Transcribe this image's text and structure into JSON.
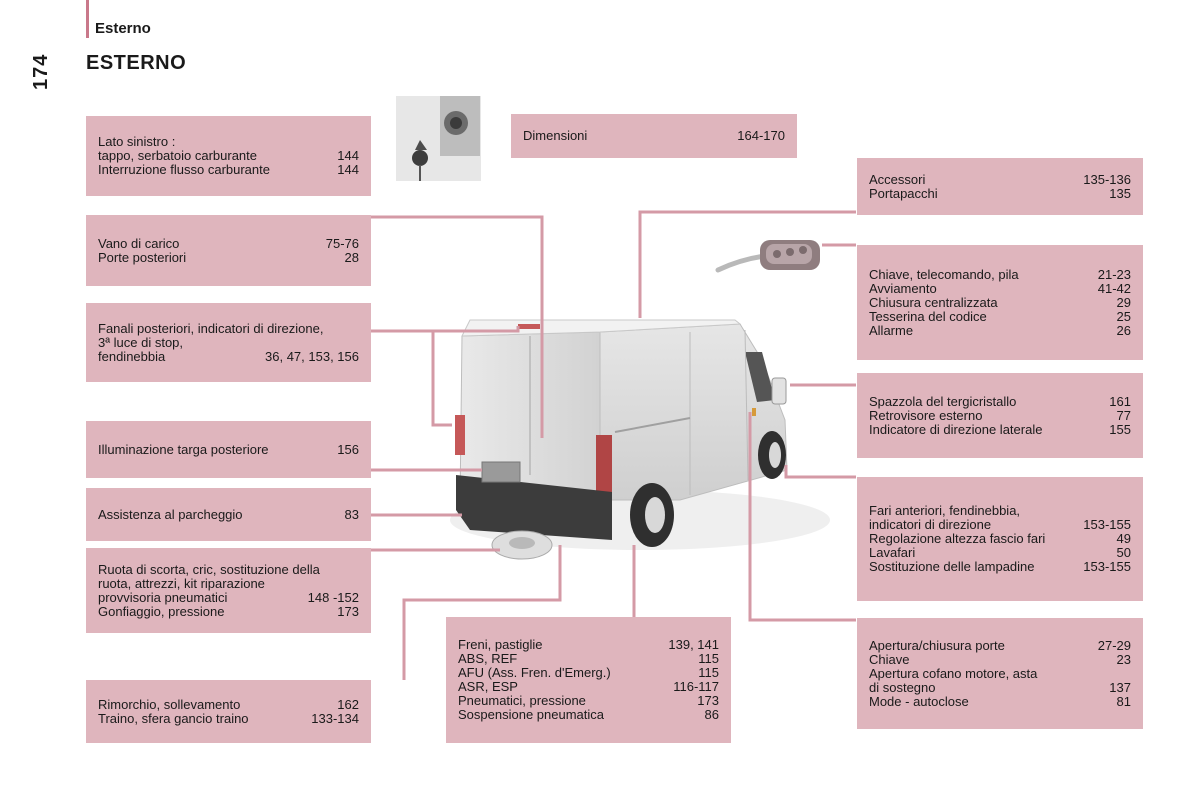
{
  "header": {
    "section": "Esterno",
    "page_number": "174",
    "title": "ESTERNO"
  },
  "boxes": {
    "lato_sinistro": {
      "intro": "Lato sinistro :",
      "rows": [
        {
          "label": "tappo, serbatoio carburante",
          "ref": "144"
        },
        {
          "label": "Interruzione flusso carburante",
          "ref": "144"
        }
      ]
    },
    "dimensioni": {
      "rows": [
        {
          "label": "Dimensioni",
          "ref": "164-170"
        }
      ]
    },
    "accessori": {
      "rows": [
        {
          "label": "Accessori",
          "ref": "135-136"
        },
        {
          "label": "Portapacchi",
          "ref": "135"
        }
      ]
    },
    "vano": {
      "rows": [
        {
          "label": "Vano di carico",
          "ref": "75-76"
        },
        {
          "label": "Porte posteriori",
          "ref": "28"
        }
      ]
    },
    "chiave": {
      "rows": [
        {
          "label": "Chiave, telecomando, pila",
          "ref": "21-23"
        },
        {
          "label": "Avviamento",
          "ref": "41-42"
        },
        {
          "label": "Chiusura centralizzata",
          "ref": "29"
        },
        {
          "label": "Tesserina del codice",
          "ref": "25"
        },
        {
          "label": "Allarme",
          "ref": "26"
        }
      ]
    },
    "fanali": {
      "line1": "Fanali posteriori, indicatori di direzione,",
      "line2": "3ª luce di stop,",
      "rows": [
        {
          "label": "fendinebbia",
          "ref": "36, 47, 153, 156"
        }
      ]
    },
    "spazzola": {
      "rows": [
        {
          "label": "Spazzola del tergicristallo",
          "ref": "161"
        },
        {
          "label": "Retrovisore esterno",
          "ref": "77"
        },
        {
          "label": "Indicatore di direzione laterale",
          "ref": "155"
        }
      ]
    },
    "targa": {
      "rows": [
        {
          "label": "Illuminazione targa posteriore",
          "ref": "156"
        }
      ]
    },
    "parcheggio": {
      "rows": [
        {
          "label": "Assistenza al parcheggio",
          "ref": "83"
        }
      ]
    },
    "fari": {
      "line1": "Fari anteriori, fendinebbia,",
      "rows": [
        {
          "label": "indicatori di direzione",
          "ref": "153-155"
        },
        {
          "label": "Regolazione altezza fascio fari",
          "ref": "49"
        },
        {
          "label": "Lavafari",
          "ref": "50"
        },
        {
          "label": "Sostituzione delle lampadine",
          "ref": "153-155"
        }
      ]
    },
    "ruota": {
      "line1": "Ruota di scorta, cric, sostituzione della",
      "line2": "ruota, attrezzi, kit riparazione",
      "rows": [
        {
          "label": "provvisoria pneumatici",
          "ref": "148 -152"
        },
        {
          "label": "Gonfiaggio, pressione",
          "ref": "173"
        }
      ]
    },
    "freni": {
      "rows": [
        {
          "label": "Freni, pastiglie",
          "ref": "139, 141"
        },
        {
          "label": "ABS, REF",
          "ref": "115"
        },
        {
          "label": "AFU (Ass. Fren. d'Emerg.)",
          "ref": "115"
        },
        {
          "label": "ASR, ESP",
          "ref": "116-117"
        },
        {
          "label": "Pneumatici, pressione",
          "ref": "173"
        },
        {
          "label": "Sospensione pneumatica",
          "ref": "86"
        }
      ]
    },
    "apertura": {
      "rows": [
        {
          "label": "Apertura/chiusura porte",
          "ref": "27-29"
        },
        {
          "label": "Chiave",
          "ref": "23"
        }
      ],
      "line1": "Apertura cofano motore, asta",
      "rows2": [
        {
          "label": "di sostegno",
          "ref": "137"
        },
        {
          "label": "Mode - autoclose",
          "ref": "81"
        }
      ]
    },
    "rimorchio": {
      "rows": [
        {
          "label": "Rimorchio, sollevamento",
          "ref": "162"
        },
        {
          "label": "Traino, sfera gancio traino",
          "ref": "133-134"
        }
      ]
    }
  },
  "colors": {
    "box": "#dfb5bd",
    "line": "#d49aa6",
    "accent": "#c9788a"
  },
  "images": [
    "fuel-cap-photo",
    "remote-key-photo",
    "van-rear-illustration",
    "spare-wheel-illustration"
  ]
}
